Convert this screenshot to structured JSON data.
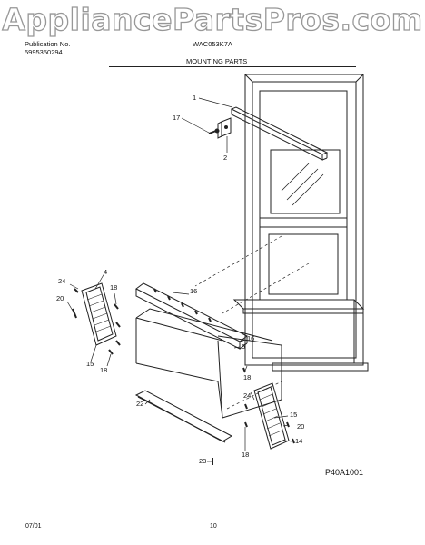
{
  "watermark": "AppliancePartsPros.com",
  "header": {
    "publication_label": "Publication No.",
    "publication_number": "5995350294",
    "model": "WAC053K7A",
    "section_title": "MOUNTING PARTS"
  },
  "callouts": {
    "c1": "1",
    "c17": "17",
    "c2": "2",
    "c24a": "24",
    "c4": "4",
    "c20a": "20",
    "c18a": "18",
    "c16a": "16",
    "c15a": "15",
    "c18b": "18",
    "c16b": "16",
    "c5": "5",
    "c18c": "18",
    "c22": "22",
    "c24b": "24",
    "c15b": "15",
    "c20b": "20",
    "c14": "14",
    "c18d": "18",
    "c23": "23"
  },
  "figure_code": "P40A1001",
  "footer": {
    "date": "07/01",
    "page": "10"
  }
}
